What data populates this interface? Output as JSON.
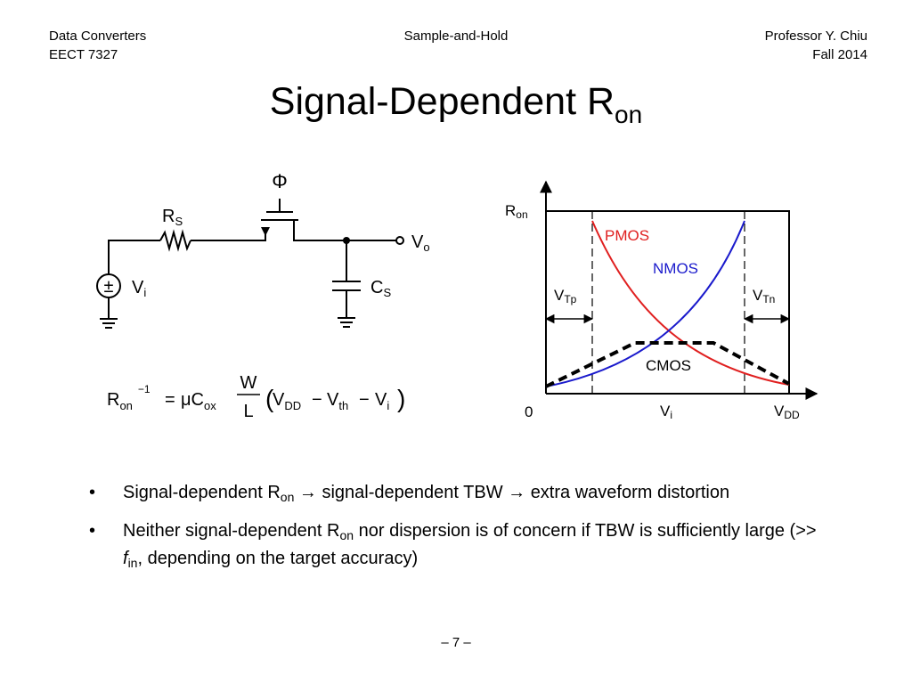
{
  "header": {
    "left_line1": "Data Converters",
    "left_line2": "EECT 7327",
    "center": "Sample-and-Hold",
    "right_line1": "Professor Y. Chiu",
    "right_line2": "Fall 2014"
  },
  "title": {
    "main": "Signal-Dependent R",
    "sub": "on"
  },
  "circuit": {
    "phi": "Φ",
    "rs_main": "R",
    "rs_sub": "S",
    "vi_main": "V",
    "vi_sub": "i",
    "vo_main": "V",
    "vo_sub": "o",
    "cs_main": "C",
    "cs_sub": "S",
    "source_symbol": "±"
  },
  "formula": {
    "r": "R",
    "r_sub": "on",
    "r_sup": "−1",
    "eq": "=",
    "mu_c": "μC",
    "ox": "ox",
    "num": "W",
    "den": "L",
    "lparen": "(",
    "vdd": "V",
    "vdd_sub": "DD",
    "minus1": "−",
    "vth": "V",
    "vth_sub": "th",
    "minus2": "−",
    "vi": "V",
    "vi_sub": "i",
    "rparen": ")"
  },
  "chart_data": {
    "type": "line",
    "ylabel_main": "R",
    "ylabel_sub": "on",
    "xlabel_main": "V",
    "xlabel_sub": "i",
    "x_origin_label": "0",
    "x_end_main": "V",
    "x_end_sub": "DD",
    "series": [
      {
        "name": "PMOS",
        "color": "#e02020"
      },
      {
        "name": "NMOS",
        "color": "#1a1acc"
      },
      {
        "name": "CMOS",
        "color": "#000000",
        "style": "dashed"
      }
    ],
    "annotations": {
      "vtp_main": "V",
      "vtp_sub": "Tp",
      "vtn_main": "V",
      "vtn_sub": "Tn"
    }
  },
  "bullets": [
    {
      "b": "•",
      "t1": "Signal-dependent R",
      "s1": "on",
      "t2": " → signal-dependent TBW → extra waveform distortion"
    },
    {
      "b": "•",
      "t1": "Neither signal-dependent R",
      "s1": "on",
      "t2": " nor dispersion is of concern if TBW is sufficiently large (>> ",
      "it": "f",
      "s2": "in",
      "t3": ", depending on the target accuracy)"
    }
  ],
  "page_number": "– 7 –"
}
